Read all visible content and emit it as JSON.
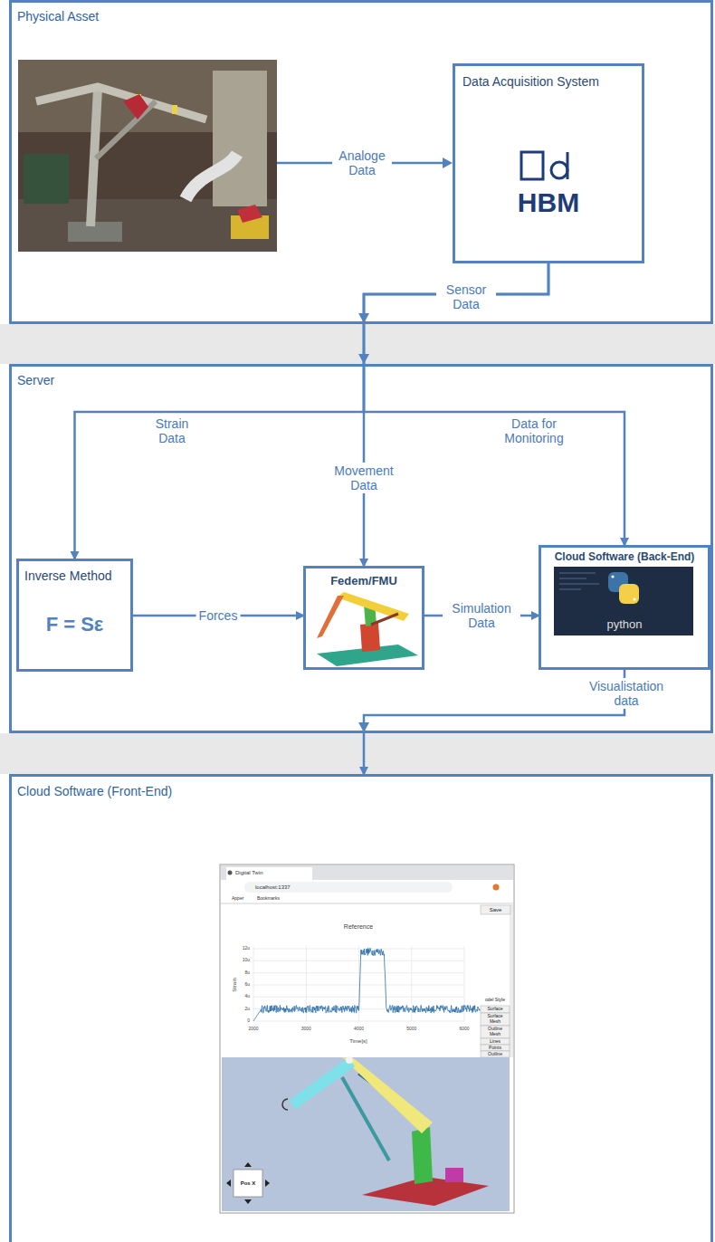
{
  "diagram": {
    "nodes": [
      {
        "text": [
          "Physical Asset"
        ]
      },
      {
        "text": [
          "Data Acquisition System",
          "HBM"
        ],
        "in": 0
      },
      {
        "text": [
          "Server"
        ]
      },
      {
        "text": [
          "Inverse Method",
          "F = Sε"
        ],
        "in": 2
      },
      {
        "text": [
          "Fedem/FMU"
        ],
        "in": 2
      },
      {
        "text": [
          "Cloud Software (Back-End)",
          "python"
        ],
        "in": 2
      },
      {
        "text": [
          "Cloud Software (Front-End)"
        ]
      }
    ],
    "edges": [
      {
        "from": 1,
        "to": 3,
        "arrow": "to",
        "label": "Strain Data"
      },
      {
        "from": 1,
        "to": 4,
        "arrow": "to",
        "label": "Movement Data"
      },
      {
        "from": 1,
        "to": 5,
        "arrow": "to",
        "label": "Data for Monitoring"
      },
      {
        "from": 3,
        "to": 4,
        "arrow": "to",
        "label": "Forces"
      },
      {
        "from": 4,
        "to": 5,
        "arrow": "to",
        "label": "Simulation Data"
      },
      {
        "from": 5,
        "to": 6,
        "arrow": "to",
        "label": "Visualistation data"
      }
    ],
    "labels": [
      "Analoge Data",
      "Sensor Data",
      "Digital Twin",
      "localhost:1337",
      "Apper",
      "Bookmarks",
      "Save",
      "Reference",
      "12u",
      "10u",
      "8u",
      "6u",
      "4u",
      "2u",
      "0",
      "Strain",
      "2000",
      "3000",
      "4000",
      "5000",
      "6000",
      "Time[s]",
      "odel Style",
      "Surface",
      "Surface Mesh",
      "Outline Mesh",
      "Lines",
      "Points",
      "Outline",
      "Pos X"
    ]
  }
}
